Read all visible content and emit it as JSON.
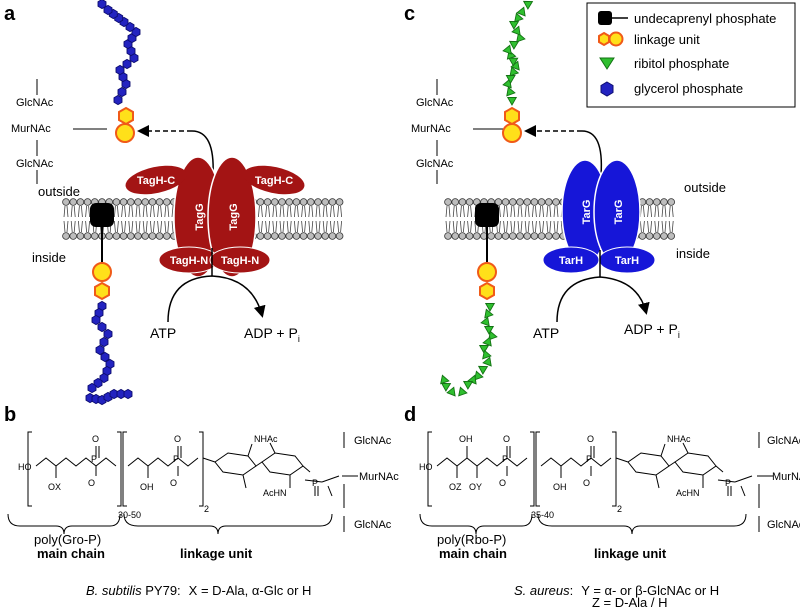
{
  "panels": {
    "a": "a",
    "b": "b",
    "c": "c",
    "d": "d"
  },
  "legend": {
    "items": [
      {
        "label": "undecaprenyl phosphate",
        "icon": "undecaprenyl-phosphate-icon"
      },
      {
        "label": "linkage unit",
        "icon": "linkage-unit-icon"
      },
      {
        "label": "ribitol phosphate",
        "icon": "ribitol-phosphate-icon"
      },
      {
        "label": "glycerol phosphate",
        "icon": "glycerol-phosphate-icon"
      }
    ]
  },
  "sugars": {
    "glcnac": "GlcNAc",
    "murnac": "MurNAc"
  },
  "membrane": {
    "outside": "outside",
    "inside": "inside"
  },
  "panel_a": {
    "tagh_c_left": "TagH-C",
    "tagh_c_right": "TagH-C",
    "tagg": "TagG",
    "tagh_n": "TagH-N",
    "atp": "ATP",
    "adp": "ADP + P",
    "adp_sub": "i"
  },
  "panel_c": {
    "targ": "TarG",
    "tarh": "TarH",
    "atp": "ATP",
    "adp": "ADP + P",
    "adp_sub": "i"
  },
  "panel_b": {
    "ho": "HO",
    "ox": "OX",
    "oh": "OH",
    "nhac": "NHAc",
    "achn": "AcHN",
    "p": "P",
    "o": "O",
    "repeat": "30-50",
    "two": "2",
    "poly_label": "poly(Gro-P)",
    "main_chain": "main chain",
    "linkage_unit": "linkage unit",
    "organism": "B. subtilis",
    "strain": " PY79:",
    "note": "X = D-Ala, α-Glc or H"
  },
  "panel_d": {
    "ho": "HO",
    "oz": "OZ",
    "oy": "OY",
    "oh": "OH",
    "nhac": "NHAc",
    "achn": "AcHN",
    "p": "P",
    "o": "O",
    "repeat": "35-40",
    "two": "2",
    "poly_label": "poly(Rbo-P)",
    "main_chain": "main chain",
    "linkage_unit": "linkage unit",
    "organism": "S. aureus",
    "colon": ":",
    "note_y": "Y = α- or β-GlcNAc or H",
    "note_z": "Z = D-Ala / H"
  },
  "colors": {
    "tag_red": "#a31414",
    "tar_blue": "#1616d8",
    "linkage_fill": "#ffe01a",
    "linkage_stroke": "#f05a18",
    "ribitol_green": "#2fbf2f",
    "glycerol_blue": "#2323c0"
  }
}
